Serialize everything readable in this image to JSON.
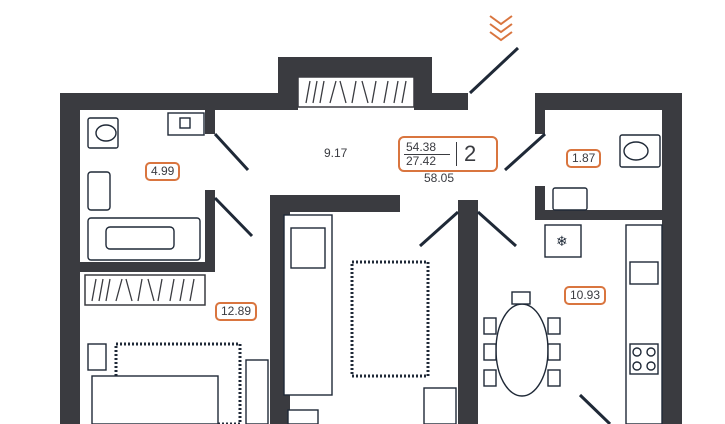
{
  "colors": {
    "wall": "#3a3b40",
    "accent": "#d9753f"
  },
  "rooms": {
    "bathroom": "4.99",
    "hall": "9.17",
    "wc": "1.87",
    "bedroom": "12.89",
    "kitchen": "10.93"
  },
  "summary": {
    "living_area": "54.38",
    "sub_area": "27.42",
    "rooms_count": "2",
    "total_area": "58.05"
  },
  "icons": {
    "entrance": "chevron-double-down"
  }
}
